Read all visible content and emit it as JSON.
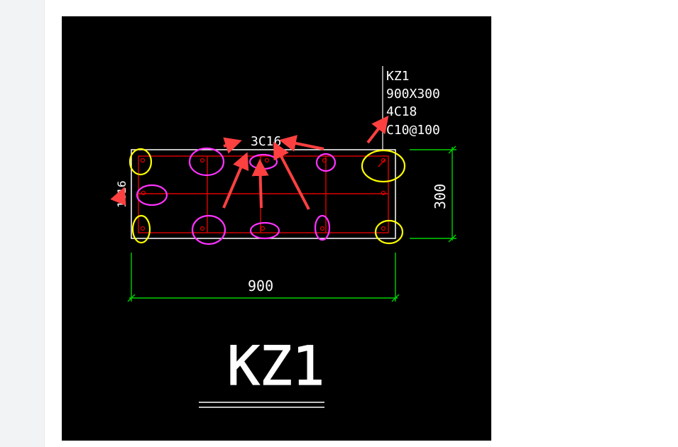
{
  "drawing": {
    "callout": {
      "name": "KZ1",
      "size": "900X300",
      "corner_bars": "4C18",
      "stirrups": "C10@100"
    },
    "top_bars_label": "3C16",
    "side_bar_label": "1C16",
    "width_dim": "900",
    "height_dim": "300",
    "title": "KZ1"
  },
  "colors": {
    "background": "#000000",
    "outline": "#ffffff",
    "rebar": "#e00000",
    "dimension": "#00d000",
    "corner_mark": "#ffff00",
    "middle_mark": "#ff33ff",
    "arrow": "#ff4040"
  }
}
